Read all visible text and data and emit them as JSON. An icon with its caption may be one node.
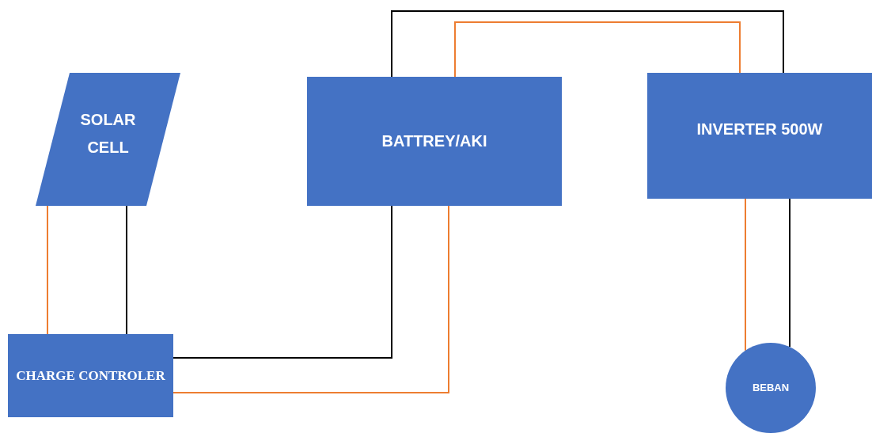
{
  "diagram": {
    "nodes": [
      {
        "text": [
          "SOLAR CELL"
        ]
      },
      {
        "text": [
          "BATTREY/AKI"
        ]
      },
      {
        "text": [
          "INVERTER 500W"
        ]
      },
      {
        "text": [
          "CHARGE CONTROLER"
        ]
      },
      {
        "text": [
          "BEBAN"
        ]
      }
    ],
    "edges": [
      {
        "from": 0,
        "to": 3,
        "arrow": "none",
        "color": "#ed7d31"
      },
      {
        "from": 0,
        "to": 3,
        "arrow": "none",
        "color": "#000000"
      },
      {
        "from": 3,
        "to": 1,
        "arrow": "none",
        "color": "#000000"
      },
      {
        "from": 3,
        "to": 1,
        "arrow": "none",
        "color": "#ed7d31"
      },
      {
        "from": 1,
        "to": 2,
        "arrow": "none",
        "color": "#000000"
      },
      {
        "from": 1,
        "to": 2,
        "arrow": "none",
        "color": "#ed7d31"
      },
      {
        "from": 2,
        "to": 4,
        "arrow": "none",
        "color": "#ed7d31"
      },
      {
        "from": 2,
        "to": 4,
        "arrow": "none",
        "color": "#000000"
      }
    ]
  }
}
